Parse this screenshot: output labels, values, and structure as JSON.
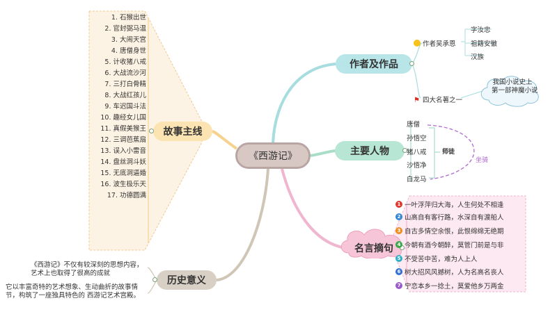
{
  "central": {
    "label": "《西游记》"
  },
  "author": {
    "label": "作者及作品",
    "author_line": "作者吴承恩",
    "author_details": [
      "字汝忠",
      "祖籍安徽",
      "汉族"
    ],
    "classic": "四大名著之一",
    "classic_note_line1": "我国小说史上",
    "classic_note_line2": "第一部神魔小说"
  },
  "people": {
    "label": "主要人物",
    "items": [
      "唐僧",
      "孙悟空",
      "猪八戒",
      "沙悟净",
      "白龙马"
    ],
    "summary": "师徒",
    "relation": "坐骑"
  },
  "story": {
    "label": "故事主线",
    "items": [
      "1. 石猴出世",
      "2. 官封弼马温",
      "3. 大闹天宫",
      "4. 唐僧身世",
      "5. 计收猪八戒",
      "6. 大战流沙河",
      "7. 三打白骨精",
      "8. 大战红孩儿",
      "9. 车迟国斗法",
      "10. 趣经女儿国",
      "11. 真假美猴王",
      "12. 三调芭蕉扇",
      "13. 误入小雷音",
      "14. 盘丝洞斗妖",
      "15. 无底洞逼婚",
      "16. 波生极乐天",
      "17. 功德圆满"
    ]
  },
  "history": {
    "label": "历史意义",
    "text1": "《西游记》不仅有较深刻的思想内容，艺术上也取得了很高的成就",
    "text2": "它以丰富奇特的艺术想象、生动曲折的故事情节，构筑了一座独具特色的 西游记艺术宫殿。"
  },
  "quotes": {
    "label": "名言摘句",
    "items": [
      {
        "n": "1",
        "text": "一叶浮萍归大海，人生何处不相逢",
        "color": "#e03a2f"
      },
      {
        "n": "2",
        "text": "山高自有客行路，水深自有渡船人",
        "color": "#2f86d6"
      },
      {
        "n": "3",
        "text": "自古多情空余恨，此恨绵绵无绝期",
        "color": "#f08c1a"
      },
      {
        "n": "4",
        "text": "今朝有酒今朝醉，莫管门前是与非",
        "color": "#3aa84a"
      },
      {
        "n": "5",
        "text": "不受苦中苦，难为人上人",
        "color": "#2fb0c8"
      },
      {
        "n": "6",
        "text": "树大招风风撼树，人为名高名丧人",
        "color": "#2f6fd6"
      },
      {
        "n": "7",
        "text": "宁恋本乡一捻土，莫爱他乡万两金",
        "color": "#9b59c9"
      }
    ]
  },
  "colors": {
    "author_branch": "#a8dde0",
    "people_branch": "#a8ddc8",
    "story_branch": "#f7d28e",
    "history_branch": "#cfc6b6",
    "quote_branch": "#f1b6cf",
    "story_fill": "#fdf2e0",
    "quote_fill": "#fbe6ef"
  }
}
